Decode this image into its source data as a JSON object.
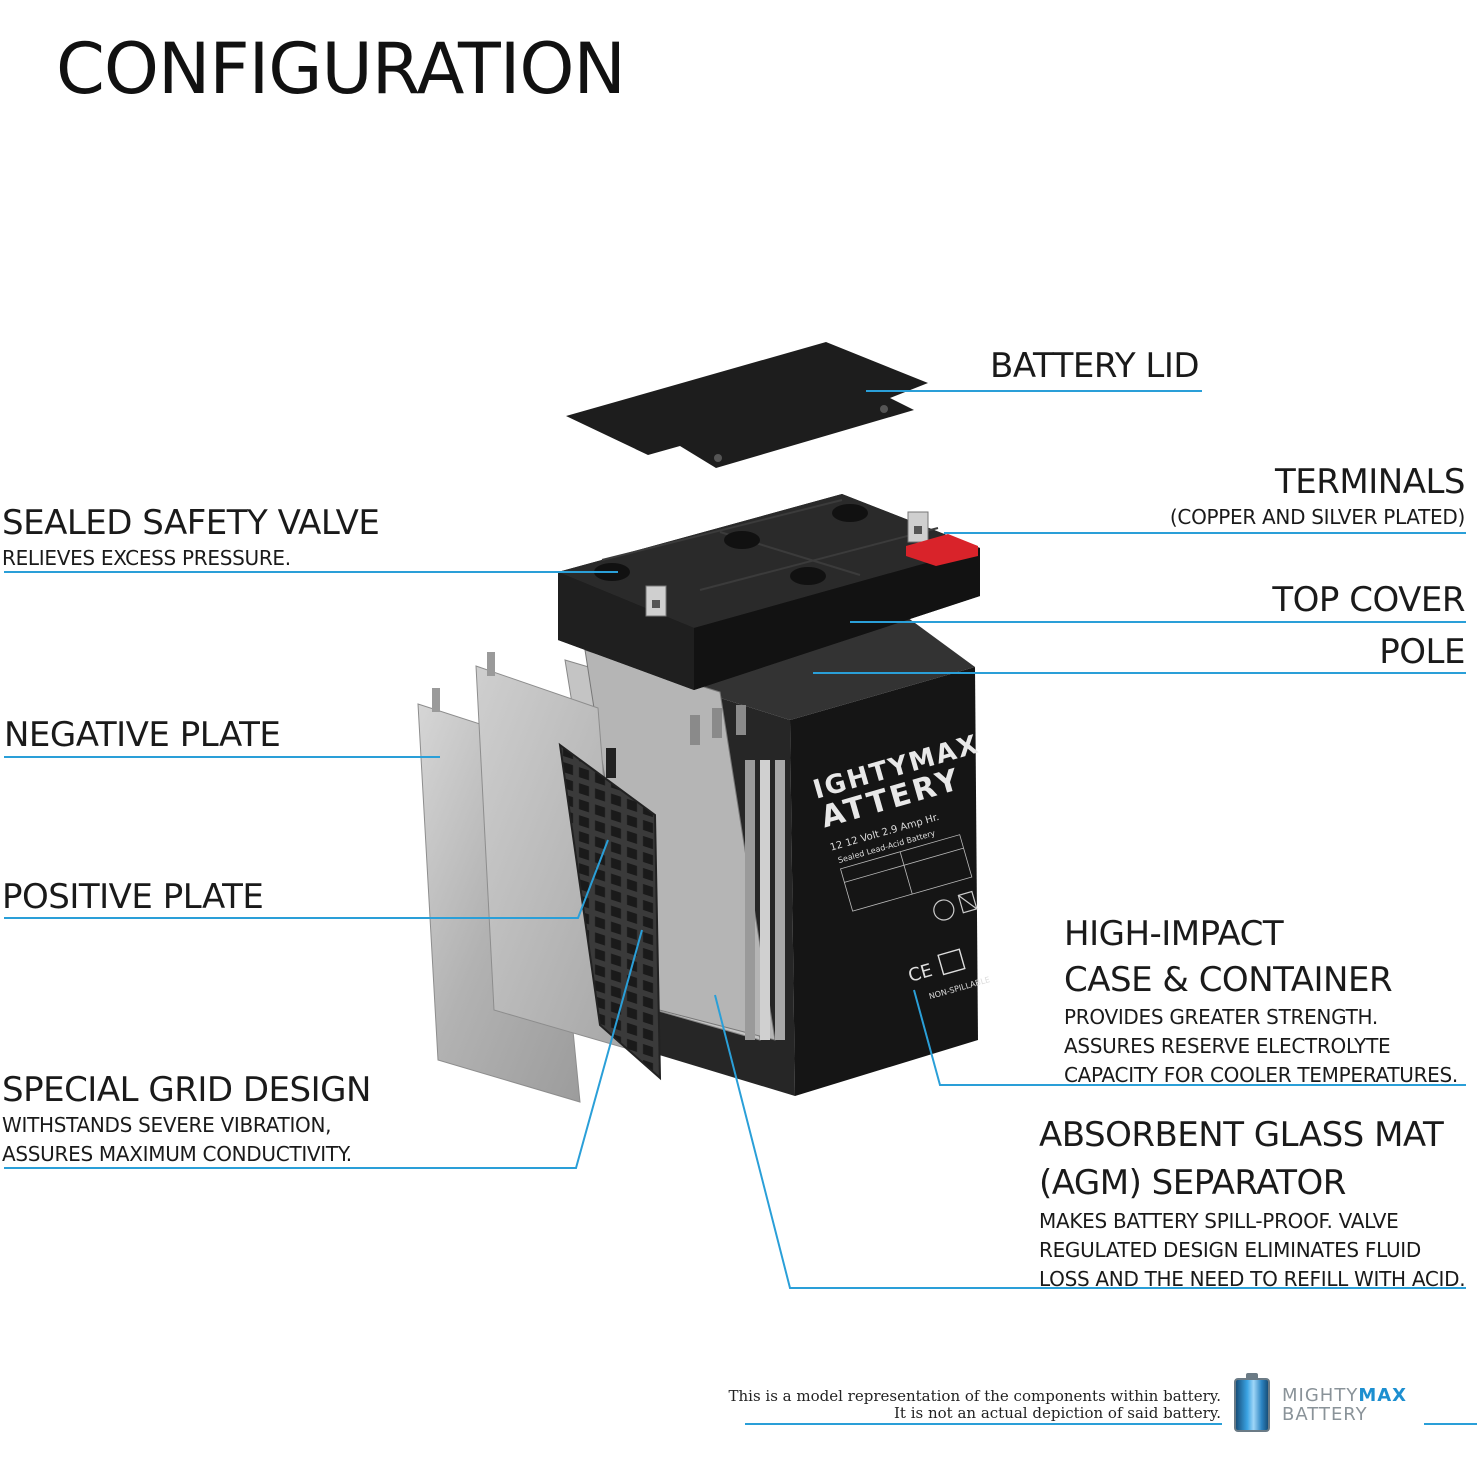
{
  "title": "CONFIGURATION",
  "labels": {
    "battery_lid": {
      "heading": "BATTERY LID"
    },
    "terminals": {
      "heading": "TERMINALS",
      "sub": "(COPPER AND SILVER PLATED)"
    },
    "top_cover": {
      "heading": "TOP COVER"
    },
    "pole": {
      "heading": "POLE"
    },
    "sealed_valve": {
      "heading": "SEALED SAFETY VALVE",
      "sub": "RELIEVES EXCESS PRESSURE."
    },
    "negative_plate": {
      "heading": "NEGATIVE PLATE"
    },
    "positive_plate": {
      "heading": "POSITIVE PLATE"
    },
    "grid_design": {
      "heading": "SPECIAL GRID DESIGN",
      "sub1": "WITHSTANDS SEVERE VIBRATION,",
      "sub2": "ASSURES MAXIMUM CONDUCTIVITY."
    },
    "case": {
      "heading1": "HIGH-IMPACT",
      "heading2": "CASE & CONTAINER",
      "sub1": "PROVIDES GREATER STRENGTH.",
      "sub2": "ASSURES RESERVE ELECTROLYTE",
      "sub3": "CAPACITY FOR COOLER TEMPERATURES."
    },
    "agm": {
      "heading1": "ABSORBENT GLASS MAT",
      "heading2": "(AGM) SEPARATOR",
      "sub1": "MAKES BATTERY SPILL-PROOF. VALVE",
      "sub2": "REGULATED DESIGN ELIMINATES FLUID",
      "sub3": "LOSS AND THE NEED TO REFILL WITH ACID."
    }
  },
  "battery_label": {
    "brand1": "IGHTYMAX",
    "brand2": "ATTERY",
    "spec": "12  12 Volt 2.9 Amp Hr.",
    "type": "Sealed Lead-Acid Battery",
    "non_spillable": "NON-SPILLABLE"
  },
  "footer": {
    "line1": "This is a model representation of the components within battery.",
    "line2": "It is not an actual depiction of said battery."
  },
  "logo": {
    "word1a": "MIGHTY",
    "word1b": "MAX",
    "word2": "BATTERY"
  },
  "colors": {
    "leader": "#2a9fd8",
    "battery": "#1c1c1c",
    "plate": "#b9b9b9",
    "terminal_red": "#d9232a"
  }
}
